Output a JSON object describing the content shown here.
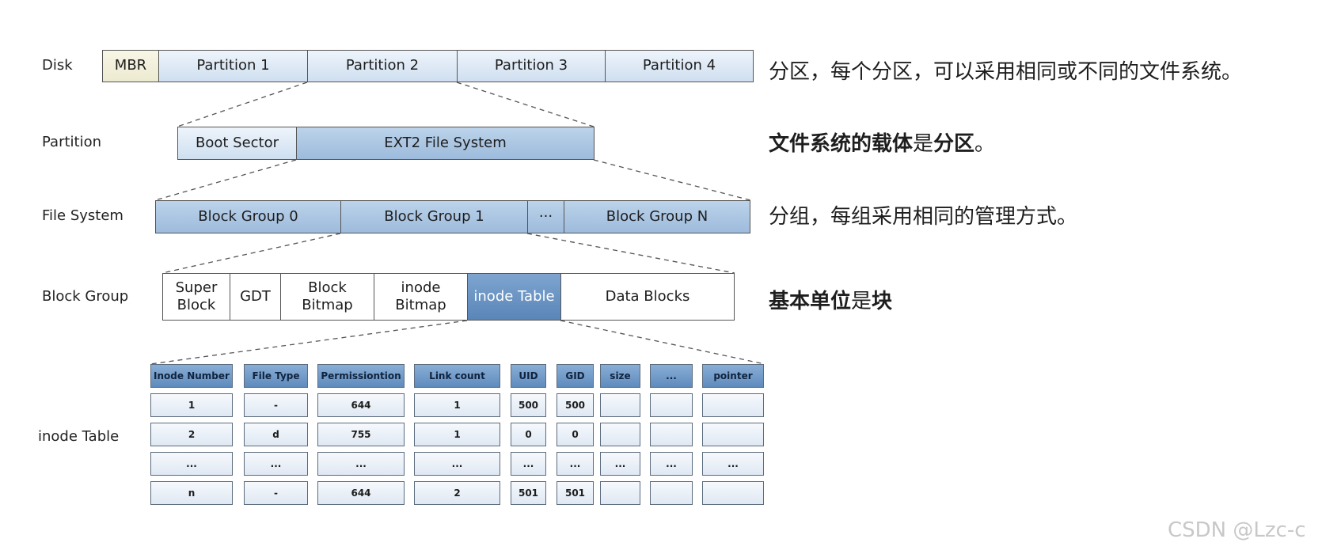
{
  "rows": {
    "disk": {
      "label": "Disk",
      "cells": [
        "MBR",
        "Partition 1",
        "Partition 2",
        "Partition 3",
        "Partition 4"
      ]
    },
    "partition": {
      "label": "Partition",
      "cells": [
        "Boot Sector",
        "EXT2 File System"
      ]
    },
    "filesystem": {
      "label": "File System",
      "cells": [
        "Block Group 0",
        "Block Group 1",
        "···",
        "Block Group N"
      ]
    },
    "blockgroup": {
      "label": "Block Group",
      "cells": [
        "Super Block",
        "GDT",
        "Block Bitmap",
        "inode Bitmap",
        "inode Table",
        "Data Blocks"
      ]
    },
    "inodetable": {
      "label": "inode Table",
      "headers": [
        "Inode Number",
        "File Type",
        "Permissiontion",
        "Link count",
        "UID",
        "GID",
        "size",
        "...",
        "pointer"
      ],
      "rows": [
        [
          "1",
          "-",
          "644",
          "1",
          "500",
          "500",
          "",
          "",
          ""
        ],
        [
          "2",
          "d",
          "755",
          "1",
          "0",
          "0",
          "",
          "",
          ""
        ],
        [
          "...",
          "...",
          "...",
          "...",
          "...",
          "...",
          "...",
          "...",
          "..."
        ],
        [
          "n",
          "-",
          "644",
          "2",
          "501",
          "501",
          "",
          "",
          ""
        ]
      ]
    }
  },
  "notes": {
    "disk": "分区，每个分区，可以采用相同或不同的文件系统。",
    "partition_bold": "文件系统的载体",
    "partition_mid": "是",
    "partition_bold2": "分区",
    "partition_end": "。",
    "filesystem": "分组，每组采用相同的管理方式。",
    "blockgroup_bold": "基本单位",
    "blockgroup_mid": "是",
    "blockgroup_bold2": "块"
  },
  "watermark": "CSDN @Lzc-c",
  "colors": {
    "light": "#dbe7f4",
    "mid": "#a9c4e2",
    "dark": "#6a93c4",
    "cream": "#f1efd9",
    "header": "#6f98c8"
  }
}
